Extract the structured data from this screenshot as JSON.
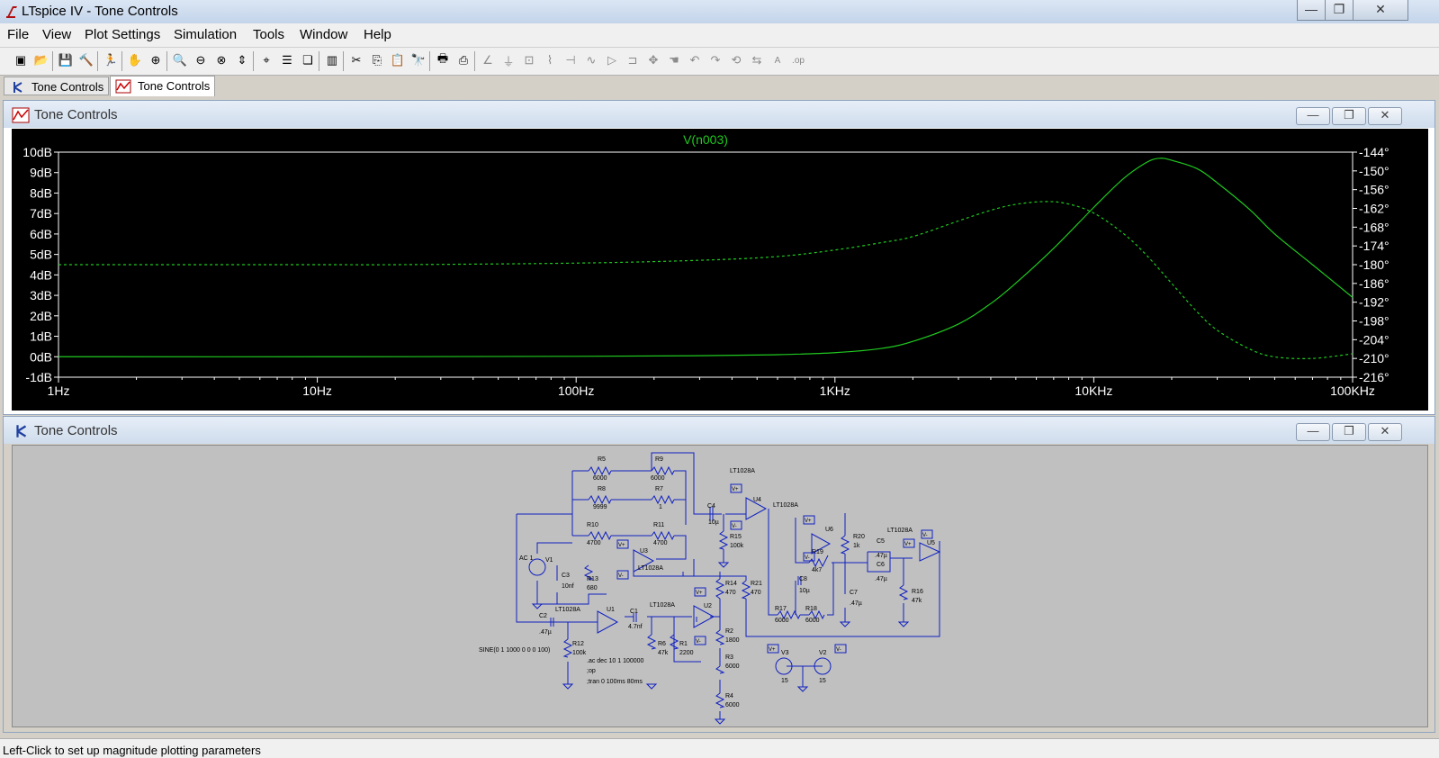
{
  "app": {
    "title": "LTspice IV - Tone Controls"
  },
  "window_controls": {
    "minimize": "—",
    "maximize": "❐",
    "close": "✕"
  },
  "menu": [
    "File",
    "View",
    "Plot Settings",
    "Simulation",
    "Tools",
    "Window",
    "Help"
  ],
  "toolbar_icons": [
    "new-schematic-icon",
    "open-icon",
    "save-icon",
    "control-panel-icon",
    "run-icon",
    "pan-icon",
    "zoom-in-icon",
    "zoom-area-icon",
    "zoom-out-icon",
    "zoom-cancel-icon",
    "autorange-icon",
    "mark-icon",
    "tile-horizontal-icon",
    "cascade-icon",
    "tile-vertical-icon",
    "cut-icon",
    "copy-icon",
    "paste-icon",
    "find-icon",
    "print-preview-icon",
    "print-icon",
    "wire-icon",
    "ground-icon",
    "label-icon",
    "resistor-icon",
    "capacitor-icon",
    "inductor-icon",
    "diode-icon",
    "component-icon",
    "move-icon",
    "drag-icon",
    "undo-icon",
    "redo-icon",
    "rotate-icon",
    "mirror-icon",
    "text-icon",
    "spice-directive-icon"
  ],
  "tabs": [
    {
      "label": "Tone Controls",
      "icon": "schematic-icon"
    },
    {
      "label": "Tone Controls",
      "icon": "waveform-icon"
    }
  ],
  "plot_window": {
    "title": "Tone Controls",
    "trace_name": "V(n003)",
    "colors": {
      "background": "#000000",
      "trace": "#1fc91f",
      "axis": "#ffffff"
    }
  },
  "chart_data": {
    "type": "line",
    "title": "V(n003)",
    "x_scale": "log",
    "xlim": [
      1,
      100000
    ],
    "x_ticks": [
      "1Hz",
      "10Hz",
      "100Hz",
      "1KHz",
      "10KHz",
      "100KHz"
    ],
    "y_left": {
      "ylim": [
        -1,
        10
      ],
      "ticks": [
        "10dB",
        "9dB",
        "8dB",
        "7dB",
        "6dB",
        "5dB",
        "4dB",
        "3dB",
        "2dB",
        "1dB",
        "0dB",
        "-1dB"
      ]
    },
    "y_right": {
      "ylim": [
        -216,
        -144
      ],
      "ticks": [
        "-144°",
        "-150°",
        "-156°",
        "-162°",
        "-168°",
        "-174°",
        "-180°",
        "-186°",
        "-192°",
        "-198°",
        "-204°",
        "-210°",
        "-216°"
      ]
    },
    "series": [
      {
        "style": "solid",
        "axis": "left",
        "x": [
          1,
          10,
          100,
          300,
          600,
          1000,
          1500,
          2000,
          3000,
          4000,
          5000,
          7000,
          10000,
          13000,
          16000,
          18000,
          20000,
          25000,
          30000,
          40000,
          50000,
          70000,
          100000
        ],
        "y": [
          0,
          0,
          0.02,
          0.05,
          0.1,
          0.2,
          0.4,
          0.75,
          1.6,
          2.6,
          3.6,
          5.3,
          7.3,
          8.7,
          9.5,
          9.7,
          9.6,
          9.2,
          8.5,
          7.2,
          6.0,
          4.5,
          2.9
        ]
      },
      {
        "style": "dashed",
        "axis": "right",
        "x": [
          1,
          10,
          20,
          100,
          300,
          600,
          1000,
          1500,
          2000,
          3000,
          4000,
          5000,
          6500,
          8000,
          10000,
          13000,
          16000,
          20000,
          25000,
          30000,
          40000,
          50000,
          70000,
          100000
        ],
        "y": [
          -180,
          -180,
          -180,
          -179.5,
          -178.6,
          -177.4,
          -175.3,
          -173,
          -171,
          -166,
          -162.6,
          -160.7,
          -159.8,
          -160.6,
          -163.5,
          -170,
          -177,
          -186,
          -195,
          -201,
          -207,
          -209.5,
          -210,
          -208.5
        ]
      }
    ]
  },
  "schematic_window": {
    "title": "Tone Controls",
    "labels": {
      "r5": "R5",
      "r5v": "6000",
      "r9": "R9",
      "r9v": "6000",
      "r8": "R8",
      "r8v": "9999",
      "r7": "R7",
      "r7v": "1",
      "r10": "R10",
      "r10v": "4700",
      "r11": "R11",
      "r11v": "4700",
      "u3": "U3",
      "u3m": "LT1028A",
      "c4": "C4",
      "c4v": "10µ",
      "u4": "U4",
      "u4m": "LT1028A",
      "r15": "R15",
      "r15v": "100k",
      "u6": "U6",
      "u6m": "LT1028A",
      "r19": "R19",
      "r19v": "4k7",
      "r20": "R20",
      "r20v": "1k",
      "c5": "C5",
      "c5v": ".47µ",
      "c6": "C6",
      "c6v": ".47µ",
      "u5": "U5",
      "u5m": "LT1028A",
      "r16": "R16",
      "r16v": "47k",
      "ac": "AC 1",
      "v1": "V1",
      "c3": "C3",
      "c3v": "10nf",
      "r13": "R13",
      "r13v": "680",
      "c2": "C2",
      "c2v": ".47µ",
      "u1": "U1",
      "u1m": "LT1028A",
      "c1": "C1",
      "c1v": "4.7nf",
      "u2": "U2",
      "u2m": "LT1028A",
      "r14": "R14",
      "r14v": "470",
      "r21": "R21",
      "r21v": "470",
      "c8": "C8",
      "c8v": "10µ",
      "c7": "C7",
      "c7v": ".47µ",
      "r17": "R17",
      "r17v": "6000",
      "r18": "R18",
      "r18v": "6000",
      "r2": "R2",
      "r2v": "1800",
      "r3": "R3",
      "r3v": "6000",
      "r4": "R4",
      "r4v": "6000",
      "r12": "R12",
      "r12v": "100k",
      "r6": "R6",
      "r6v": "47k",
      "r1": "R1",
      "r1v": "2200",
      "v3": "V3",
      "v3v": "15",
      "v2": "V2",
      "v2v": "15",
      "sine": "SINE(0 1 1000 0 0 0 100)",
      "dir1": ".ac dec 10 1 100000",
      "dir2": ";op",
      "dir3": ";tran 0 100ms 80ms",
      "vp": "V+",
      "vm": "V-"
    }
  },
  "status": "Left-Click to set up magnitude plotting parameters"
}
